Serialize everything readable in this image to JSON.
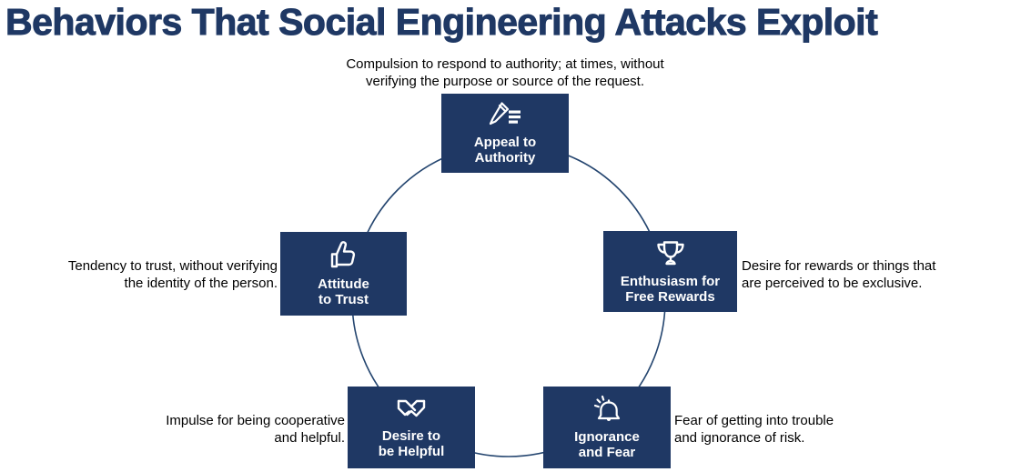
{
  "title": "Behaviors That Social Engineering Attacks Exploit",
  "colors": {
    "navy": "#1f3864",
    "box_text": "#ffffff",
    "description_text": "#000000",
    "circle_stroke": "#24456f"
  },
  "nodes": {
    "appeal": {
      "icon": "pencil-edit-icon",
      "label_lines": [
        "Appeal to",
        "Authority"
      ],
      "desc_lines": [
        "Compulsion to respond to authority; at times, without",
        "verifying the purpose or source of the request."
      ]
    },
    "trust": {
      "icon": "thumbs-up-icon",
      "label_lines": [
        "Attitude",
        "to Trust"
      ],
      "desc_lines": [
        "Tendency to trust, without verifying",
        "the identity of the person."
      ]
    },
    "enthusiasm": {
      "icon": "trophy-icon",
      "label_lines": [
        "Enthusiasm for",
        "Free Rewards"
      ],
      "desc_lines": [
        "Desire for rewards or things that",
        "are perceived to be exclusive."
      ]
    },
    "helpful": {
      "icon": "handshake-icon",
      "label_lines": [
        "Desire to",
        "be Helpful"
      ],
      "desc_lines": [
        "Impulse for being cooperative",
        "and helpful."
      ]
    },
    "ignorance": {
      "icon": "bell-alert-icon",
      "label_lines": [
        "Ignorance",
        "and Fear"
      ],
      "desc_lines": [
        "Fear of getting into trouble",
        "and ignorance of risk."
      ]
    }
  }
}
